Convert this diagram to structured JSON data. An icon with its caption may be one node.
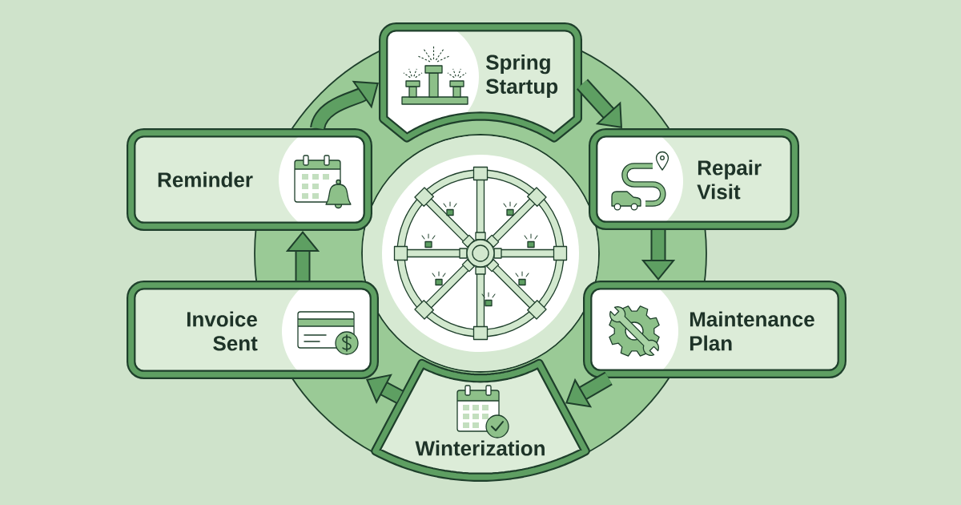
{
  "diagram": {
    "nodes": [
      {
        "text": [
          "Spring Startup"
        ]
      },
      {
        "text": [
          "Repair Visit"
        ]
      },
      {
        "text": [
          "Maintenance Plan"
        ]
      },
      {
        "text": [
          "Winterization"
        ]
      },
      {
        "text": [
          "Invoice Sent"
        ]
      },
      {
        "text": [
          "Reminder"
        ]
      }
    ],
    "edges": [
      {
        "from": 0,
        "to": 1,
        "arrow": "to"
      },
      {
        "from": 1,
        "to": 2,
        "arrow": "to"
      },
      {
        "from": 2,
        "to": 3,
        "arrow": "to"
      },
      {
        "from": 3,
        "to": 4,
        "arrow": "to"
      },
      {
        "from": 4,
        "to": 5,
        "arrow": "to"
      },
      {
        "from": 5,
        "to": 0,
        "arrow": "to"
      }
    ]
  }
}
